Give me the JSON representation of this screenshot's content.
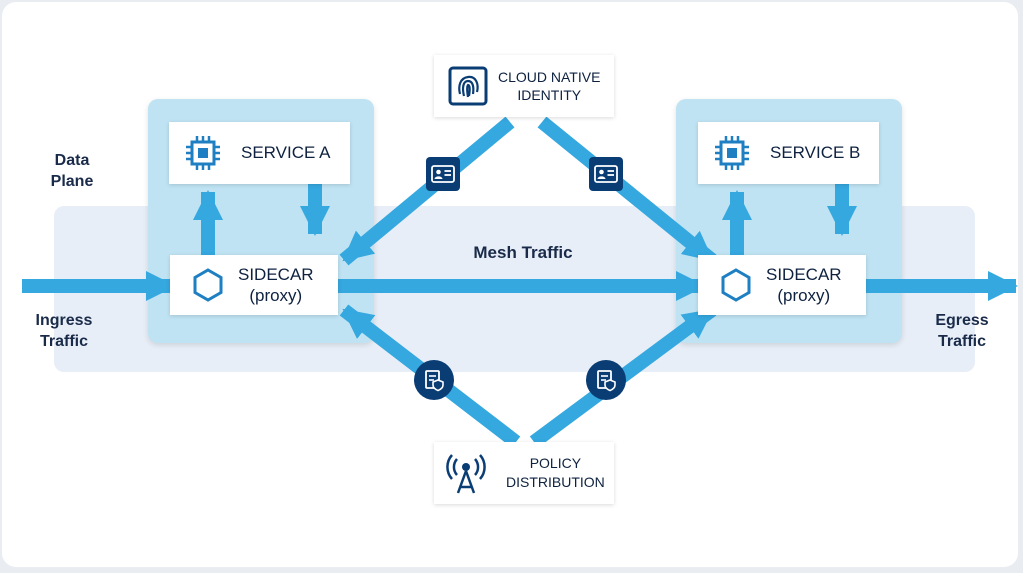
{
  "labels": {
    "data_plane": [
      "Data",
      "Plane"
    ],
    "ingress": [
      "Ingress",
      "Traffic"
    ],
    "egress": [
      "Egress",
      "Traffic"
    ],
    "mesh_traffic": "Mesh Traffic"
  },
  "boxes": {
    "cloud_identity": [
      "CLOUD NATIVE",
      "IDENTITY"
    ],
    "service_a": "SERVICE A",
    "service_b": "SERVICE B",
    "sidecar_a": [
      "SIDECAR",
      "(proxy)"
    ],
    "sidecar_b": [
      "SIDECAR",
      "(proxy)"
    ],
    "policy": [
      "POLICY",
      "DISTRIBUTION"
    ]
  },
  "icons": {
    "cloud_identity": "fingerprint-icon",
    "service": "cpu-chip-icon",
    "sidecar": "hexagon-icon",
    "policy": "broadcast-tower-icon",
    "identity_badge": "id-card-icon",
    "policy_badge": "shield-document-icon"
  },
  "colors": {
    "arrow": "#35a8e0",
    "navy": "#0b3d75",
    "container": "#bfe3f3",
    "data_plane": "#e8eef7",
    "text": "#1a2b4a"
  }
}
